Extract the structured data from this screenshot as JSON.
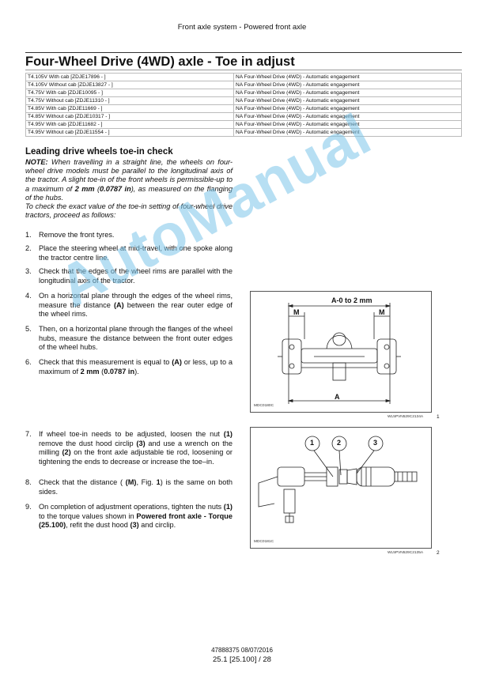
{
  "header": {
    "running": "Front axle system - Powered front axle"
  },
  "page_title": "Four-Wheel Drive (4WD) axle - Toe in adjust",
  "models": [
    {
      "model": "T4.105V With cab [ZDJE17896 - ]",
      "config": "NA Four-Wheel Drive (4WD) - Automatic engagement"
    },
    {
      "model": "T4.105V Without cab [ZDJE13827 - ]",
      "config": "NA Four-Wheel Drive (4WD) - Automatic engagement"
    },
    {
      "model": "T4.75V With cab [ZDJE10095 - ]",
      "config": "NA Four-Wheel Drive (4WD) - Automatic engagement"
    },
    {
      "model": "T4.75V Without cab [ZDJE11310 - ]",
      "config": "NA Four-Wheel Drive (4WD) - Automatic engagement"
    },
    {
      "model": "T4.85V With cab [ZDJE11669 - ]",
      "config": "NA Four-Wheel Drive (4WD) - Automatic engagement"
    },
    {
      "model": "T4.85V Without cab [ZDJE10317 - ]",
      "config": "NA Four-Wheel Drive (4WD) - Automatic engagement"
    },
    {
      "model": "T4.95V With cab [ZDJE11682 - ]",
      "config": "NA Four-Wheel Drive (4WD) - Automatic engagement"
    },
    {
      "model": "T4.95V Without cab [ZDJE11554 - ]",
      "config": "NA Four-Wheel Drive (4WD) - Automatic engagement"
    }
  ],
  "section": {
    "title": "Leading drive wheels toe-in check",
    "note_label": "NOTE:",
    "note_a": " When travelling in a straight line, the wheels on four-wheel drive models must be parallel to the longitudinal axis of the tractor.  A slight toe-in of the front wheels is permissible-up to a maximum of ",
    "note_b": "2 mm",
    "note_c": " (",
    "note_d": "0.0787 in",
    "note_e": "), as measured on the flanging of the hubs.",
    "note_f": "To check the exact value of the toe-in setting of four-wheel drive tractors, proceed as follows:"
  },
  "steps": {
    "s1": {
      "num": "1.",
      "text": "Remove the front tyres."
    },
    "s2": {
      "num": "2.",
      "text": "Place the steering wheel at mid-travel, with one spoke along the tractor centre line."
    },
    "s3": {
      "num": "3.",
      "text": "Check that the edges of the wheel rims are parallel with the longitudinal axis of the tractor."
    },
    "s4": {
      "num": "4.",
      "a": "On a horizontal plane through the edges of the wheel rims, measure the distance ",
      "b": "(A)",
      "c": " between the rear outer edge of the wheel rims."
    },
    "s5": {
      "num": "5.",
      "text": "Then, on a horizontal plane through the flanges of the wheel hubs, measure the distance between the front outer edges of the wheel hubs."
    },
    "s6": {
      "num": "6.",
      "a": "Check that this measurement is equal to ",
      "b": "(A)",
      "c": " or less, up to a maximum of ",
      "d": "2 mm",
      "e": " (",
      "f": "0.0787 in",
      "g": ")."
    },
    "s7": {
      "num": "7.",
      "a": "If wheel toe-in needs to be adjusted, loosen the nut ",
      "b": "(1)",
      "c": " remove the dust hood circlip ",
      "d": "(3)",
      "e": " and use a wrench on the milling ",
      "f": "(2)",
      "g": " on the front axle adjustable tie rod, loosening or tightening the ends to decrease or increase the toe–in."
    },
    "s8": {
      "num": "8.",
      "a": "Check that the distance ( ",
      "b": "(M)",
      "c": ", Fig.  ",
      "d": "1",
      "e": ") is the same on both sides."
    },
    "s9": {
      "num": "9.",
      "a": "On completion of adjustment operations, tighten the nuts ",
      "b": "(1)",
      "c": " to the torque values shown in ",
      "d": "Powered front axle - Torque (25.100)",
      "e": ", refit the dust hood ",
      "f": "(3)",
      "g": " and circlip."
    }
  },
  "figure1": {
    "dim_top": "A-0 to 2 mm",
    "m_left": "M",
    "m_right": "M",
    "dim_bottom": "A",
    "inner_id": "MDC0180C",
    "ref": "WL5PVN529C2134A",
    "number": "1"
  },
  "figure2": {
    "c1": "1",
    "c2": "2",
    "c3": "3",
    "inner_id": "MDC0181C",
    "ref": "WL5PVN529C2135A",
    "number": "2"
  },
  "watermark": "AutoManual",
  "footer": {
    "doc": "47888375 08/07/2016",
    "page": "25.1 [25.100] / 28"
  }
}
